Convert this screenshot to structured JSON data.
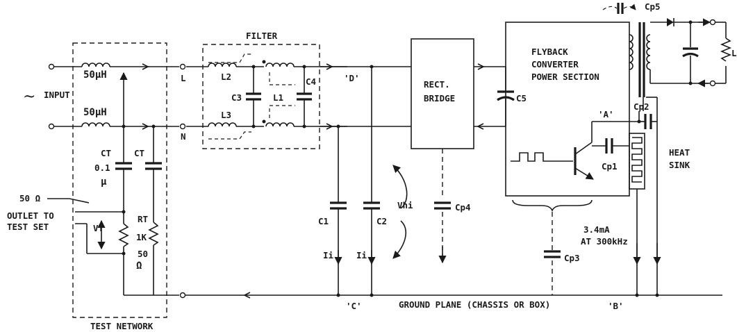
{
  "labels": {
    "input": "INPUT",
    "tilde": "~",
    "ind_top": "50μH",
    "ind_bot": "50μH",
    "L": "L",
    "N": "N",
    "filter": "FILTER",
    "L2": "L2",
    "L3": "L3",
    "L1": "L1",
    "C3": "C3",
    "C4": "C4",
    "D": "'D'",
    "rect1": "RECT.",
    "rect2": "BRIDGE",
    "fly1": "FLYBACK",
    "fly2": "CONVERTER",
    "fly3": "POWER SECTION",
    "C5": "C5",
    "Cp5": "Cp5",
    "Cp2": "Cp2",
    "A": "'A'",
    "Cp1": "Cp1",
    "heat1": "HEAT",
    "heat2": "SINK",
    "load": "L",
    "CT1": "CT",
    "CT2": "CT",
    "ct_val1": "0.1",
    "ct_val2": "μ",
    "RT": "RT",
    "rt_val1": "1K",
    "rt_val2": "50",
    "rt_val3": "Ω",
    "fifty_ohm": "50 Ω",
    "outlet1": "OUTLET TO",
    "outlet2": "TEST SET",
    "VT": "VT",
    "C1": "C1",
    "C2": "C2",
    "Ii1": "Ii",
    "Ii2": "Ii",
    "Vhi": "Vhi",
    "Cp4": "Cp4",
    "Cp3": "Cp3",
    "cur1": "3.4mA",
    "cur2": "AT 300kHz",
    "C": "'C'",
    "ground": "GROUND PLANE (CHASSIS OR BOX)",
    "B": "'B'",
    "test_network": "TEST NETWORK"
  }
}
